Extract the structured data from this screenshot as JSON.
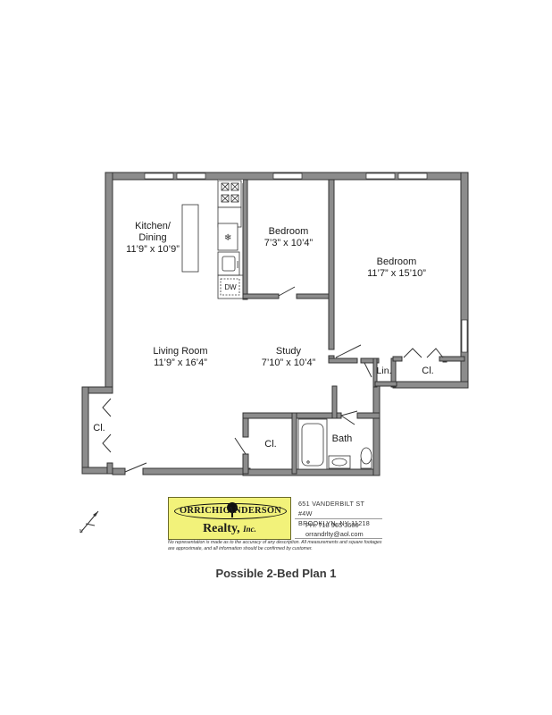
{
  "rooms": {
    "kitchen": {
      "name_1": "Kitchen/",
      "name_2": "Dining",
      "dims": "11’9” x 10’9”"
    },
    "bedroom_small": {
      "name": "Bedroom",
      "dims": "7’3” x 10’4”"
    },
    "bedroom_large": {
      "name": "Bedroom",
      "dims": "11’7” x 15’10”"
    },
    "living": {
      "name": "Living Room",
      "dims": "11’9” x 16’4”"
    },
    "study": {
      "name": "Study",
      "dims": "7’10” x 10’4”"
    },
    "linen": {
      "name": "Lin."
    },
    "closet_bedroom": {
      "name": "Cl."
    },
    "closet_left": {
      "name": "Cl."
    },
    "closet_center": {
      "name": "Cl."
    },
    "bath": {
      "name": "Bath"
    },
    "dishwasher": {
      "name": "DW"
    }
  },
  "agency": {
    "logo_left": "ORRICHIO",
    "logo_right": "ANDERSON",
    "logo_bottom": "Realty,",
    "logo_inc": "Inc.",
    "address_line1": "651 VANDERBILT ST #4W",
    "address_line2": "BROOKLYN, NY 11218",
    "phone": "PH: 718 965 3600",
    "email": "orrandrlty@aol.com",
    "disclaimer": "No representation is made as to the accuracy of any description. All measurements and square footages are approximate, and all information should be confirmed by customer."
  },
  "compass": {
    "label": "N"
  },
  "title": "Possible 2-Bed Plan 1",
  "colors": {
    "wall_fill": "#8c8c8c",
    "wall_outline": "#333333",
    "logo_yellow": "#f2f27a"
  }
}
